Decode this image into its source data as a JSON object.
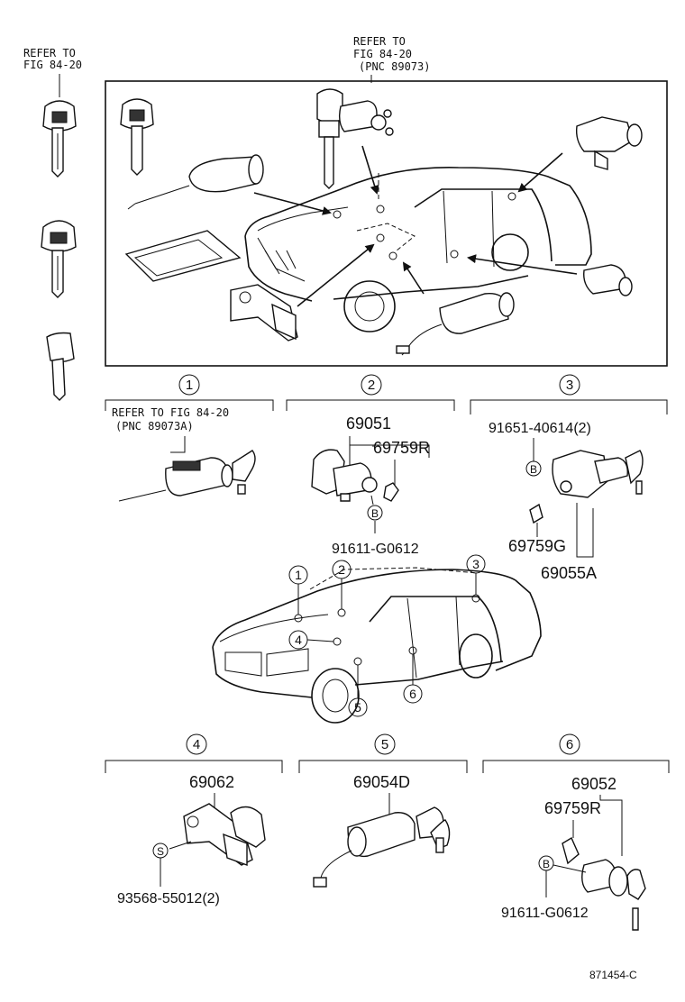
{
  "refer_top_left": {
    "line1": "REFER TO",
    "line2": "FIG 84-20"
  },
  "refer_top_center": {
    "line1": "REFER TO",
    "line2": "FIG 84-20",
    "line3": "(PNC 89073)"
  },
  "sections": [
    {
      "num": "1",
      "refer_line1": "REFER TO FIG 84-20",
      "refer_line2": "(PNC 89073A)"
    },
    {
      "num": "2",
      "parts": [
        "69051",
        "69759R",
        "91611-G0612"
      ],
      "callout": "B"
    },
    {
      "num": "3",
      "parts": [
        "91651-40614(2)",
        "69759G",
        "69055A"
      ],
      "callout": "B"
    },
    {
      "num": "4",
      "parts": [
        "69062",
        "93568-55012(2)"
      ],
      "callout": "S"
    },
    {
      "num": "5",
      "parts": [
        "69054D"
      ]
    },
    {
      "num": "6",
      "parts": [
        "69052",
        "69759R",
        "91611-G0612"
      ],
      "callout": "B"
    }
  ],
  "car_callouts": [
    "1",
    "2",
    "3",
    "4",
    "5",
    "6"
  ],
  "footer_code": "871454-C"
}
